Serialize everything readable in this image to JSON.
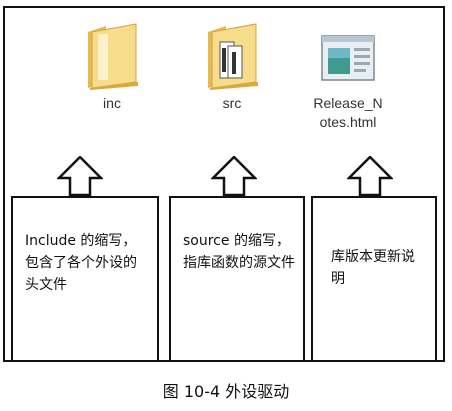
{
  "files": [
    {
      "name": "inc",
      "icon": "folder-icon"
    },
    {
      "name": "src",
      "icon": "folder-with-files-icon"
    },
    {
      "name": "Release_Notes.html",
      "line1": "Release_N",
      "line2": "otes.html",
      "icon": "html-document-icon"
    }
  ],
  "notes": [
    {
      "text": "Include 的缩写，包含了各个外设的头文件"
    },
    {
      "text": "source 的缩写，指库函数的源文件"
    },
    {
      "text": "库版本更新说明"
    }
  ],
  "caption": "图 10-4 外设驱动",
  "colors": {
    "border": "#111111",
    "folder": "#f3d27a",
    "folder_dark": "#d8a93c"
  }
}
